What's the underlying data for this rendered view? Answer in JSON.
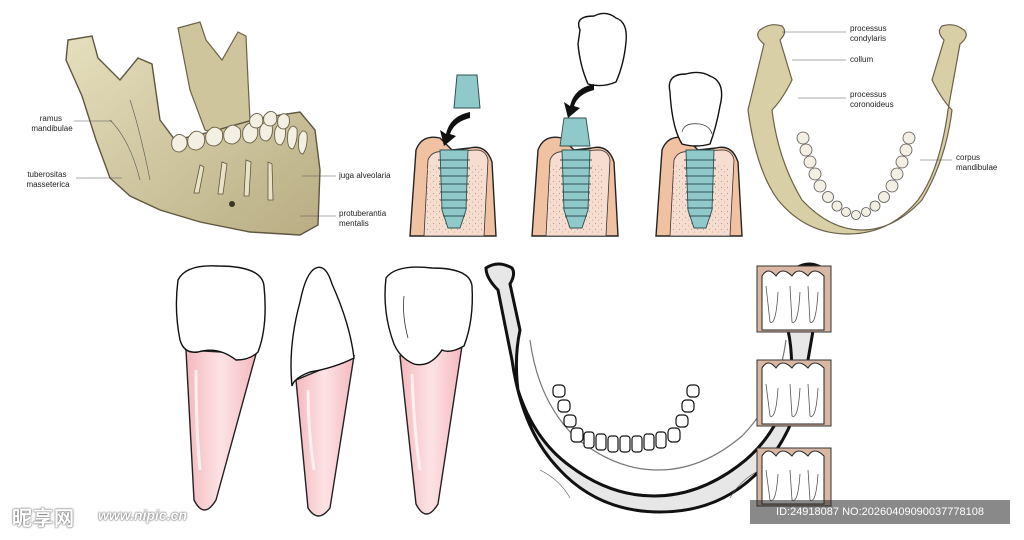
{
  "labels": {
    "ramus": [
      "ramus",
      "mandibulae"
    ],
    "tuberositas": [
      "tuberositas",
      "masseterica"
    ],
    "juga": [
      "juga alveolaria"
    ],
    "protuberantia": [
      "protuberantia",
      "mentalis"
    ],
    "condylaris": [
      "processus",
      "condylaris"
    ],
    "collum": [
      "collum"
    ],
    "coronoideus": [
      "processus",
      "coronoideus"
    ],
    "corpus": [
      "corpus",
      "mandibulae"
    ]
  },
  "watermark": {
    "site": "昵享网",
    "url": "www.nipic.cn",
    "id_line": "ID:24918087 NO:20260409090037778108"
  },
  "colors": {
    "bone": "#d8cfa6",
    "bone_dark": "#8f8564",
    "gum": "#f1c2a2",
    "implant": "#8fc9c9",
    "root_pink": "#f7c9cc",
    "enamel": "#ffffff"
  }
}
